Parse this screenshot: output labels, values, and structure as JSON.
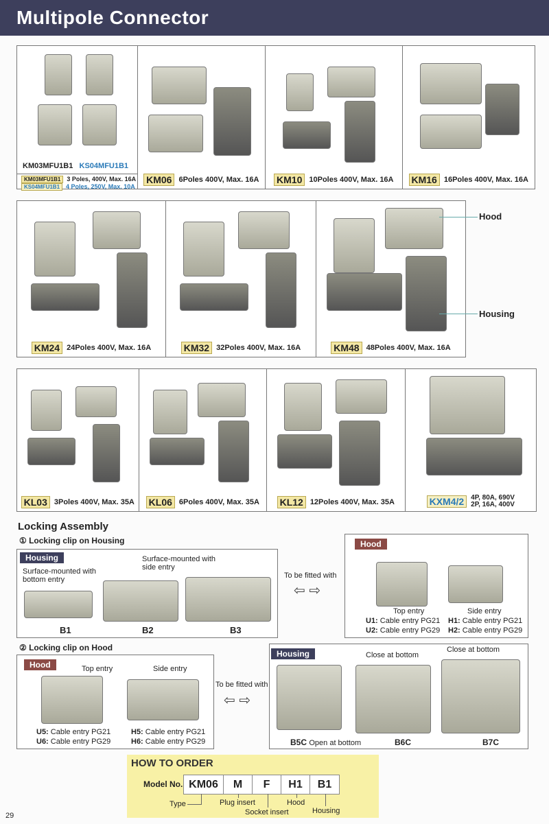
{
  "header": {
    "title": "Multipole Connector"
  },
  "row1": [
    {
      "models": [
        "KM03MFU1B1",
        "KS04MFU1B1"
      ],
      "specs": [
        {
          "code": "KM03MFU1B1",
          "text": "3 Poles, 400V, Max. 16A"
        },
        {
          "code": "KS04MFU1B1",
          "text": "4 Poles, 250V, Max. 10A"
        }
      ]
    },
    {
      "code": "KM06",
      "text": "6Poles 400V, Max. 16A"
    },
    {
      "code": "KM10",
      "text": "10Poles 400V, Max. 16A"
    },
    {
      "code": "KM16",
      "text": "16Poles 400V, Max. 16A"
    }
  ],
  "row2": [
    {
      "code": "KM24",
      "text": "24Poles 400V, Max. 16A"
    },
    {
      "code": "KM32",
      "text": "32Poles 400V, Max. 16A"
    },
    {
      "code": "KM48",
      "text": "48Poles 400V, Max. 16A"
    }
  ],
  "callouts": {
    "hood": "Hood",
    "housing": "Housing"
  },
  "row3": [
    {
      "code": "KL03",
      "text": "3Poles 400V, Max. 35A"
    },
    {
      "code": "KL06",
      "text": "6Poles 400V, Max. 35A"
    },
    {
      "code": "KL12",
      "text": "12Poles 400V, Max. 35A"
    },
    {
      "code": "KXM4/2",
      "text1": "4P, 80A, 690V",
      "text2": "2P, 16A, 400V"
    }
  ],
  "locking": {
    "title": "Locking Assembly",
    "s1": "① Locking clip on Housing",
    "s2": "② Locking clip on Hood",
    "housing_tag": "Housing",
    "hood_tag": "Hood",
    "fitted": "To be fitted with",
    "b1_desc": "Surface-mounted with bottom entry",
    "b2_desc": "Surface-mounted with side entry",
    "b1": "B1",
    "b2": "B2",
    "b3": "B3",
    "top_entry": "Top entry",
    "side_entry": "Side entry",
    "u1": "U1:",
    "u1t": "Cable entry PG21",
    "u2": "U2:",
    "u2t": "Cable entry PG29",
    "h1": "H1:",
    "h1t": "Cable entry PG21",
    "h2": "H2:",
    "h2t": "Cable entry PG29",
    "u5": "U5:",
    "u5t": "Cable entry PG21",
    "u6": "U6:",
    "u6t": "Cable entry PG29",
    "h5": "H5:",
    "h5t": "Cable entry PG21",
    "h6": "H6:",
    "h6t": "Cable entry PG29",
    "close_bottom": "Close at bottom",
    "b5c": "B5C",
    "b5c_t": "Open at bottom",
    "b6c": "B6C",
    "b7c": "B7C"
  },
  "order": {
    "title": "HOW TO ORDER",
    "model_label": "Model No.",
    "parts": [
      "KM06",
      "M",
      "F",
      "H1",
      "B1"
    ],
    "type": "Type",
    "plug": "Plug insert",
    "socket": "Socket insert",
    "hood": "Hood",
    "housing": "Housing"
  },
  "page_number": "29"
}
